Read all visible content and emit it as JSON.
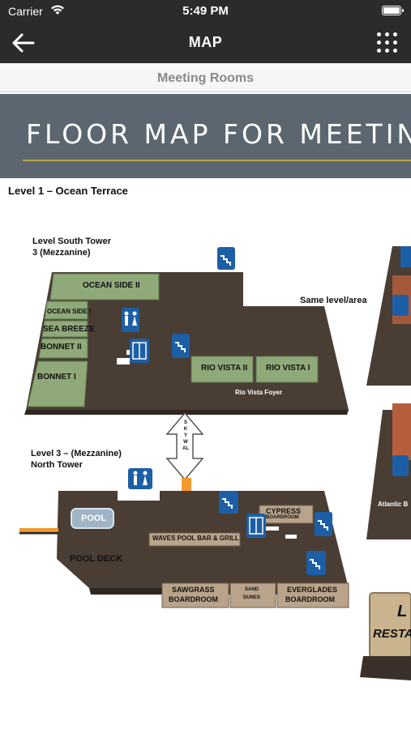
{
  "status_bar": {
    "carrier": "Carrier",
    "time": "5:49 PM"
  },
  "nav": {
    "title": "MAP",
    "back_icon": "arrow-left-icon",
    "menu_icon": "grid-menu-icon"
  },
  "section": {
    "title": "Meeting Rooms"
  },
  "banner": {
    "text": "FLOOR MAP FOR MEETING"
  },
  "floor_map": {
    "heading": "Level 1 – Ocean Terrace",
    "south_tower": {
      "label_line1": "Level South Tower",
      "label_line2": "3 (Mezzanine)"
    },
    "north_tower": {
      "label_line1": "Level 3 – (Mezzanine)",
      "label_line2": "North Tower"
    },
    "same_level": "Same level/area",
    "skywalk": "SKYWAL",
    "rooms": {
      "ocean_side_ii": "OCEAN SIDE II",
      "ocean_side_i": "OCEAN SIDE I",
      "sea_breeze": "SEA BREEZE",
      "bonnet_ii": "BONNET II",
      "bonnet_i": "BONNET I",
      "rio_vista_ii": "RIO VISTA II",
      "rio_vista_i": "RIO VISTA I",
      "rio_vista_foyer": "Rio Vista Foyer",
      "pool": "POOL",
      "pool_deck": "POOL DECK",
      "waves_pool_bar": "WAVES POOL BAR & GRILL",
      "cypress": "CYPRESS",
      "cypress_sub": "BOARDROOM",
      "sawgrass": "SAWGRASS",
      "sawgrass_sub": "BOARDROOM",
      "sand": "SAND",
      "dunes": "DUNES",
      "everglades": "EVERGLADES",
      "everglades_sub": "BOARDROOM",
      "atlantic": "Atlantic B",
      "restaurant_l1": "L",
      "restaurant_l2": "RESTA"
    },
    "colors": {
      "floor": "#4a3d33",
      "room_green": "#8fa978",
      "room_tan": "#b9a48b",
      "icon_blue": "#1d5fa6",
      "skywalk_orange": "#f29a2e"
    }
  }
}
